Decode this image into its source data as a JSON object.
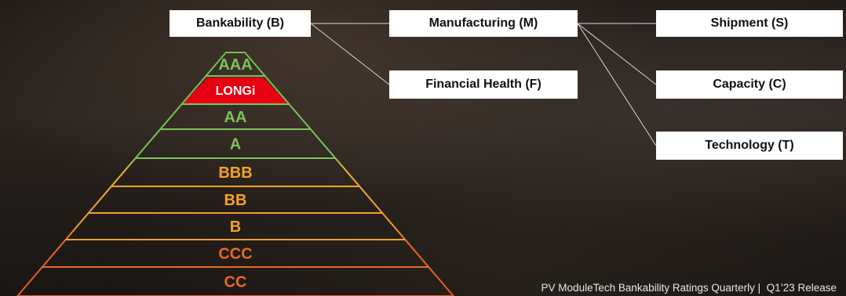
{
  "criteria": {
    "bankability": "Bankability (B)",
    "manufacturing": "Manufacturing (M)",
    "shipment": "Shipment (S)",
    "financial_health": "Financial Health (F)",
    "capacity": "Capacity (C)",
    "technology": "Technology (T)"
  },
  "pyramid": {
    "tiers": [
      {
        "label": "AAA",
        "color": "#7dc35b"
      },
      {
        "label": "LONGi",
        "color": "#7dc35b",
        "highlight": "#e60012",
        "logo": true
      },
      {
        "label": "AA",
        "color": "#7dc35b"
      },
      {
        "label": "A",
        "color": "#7dc35b"
      },
      {
        "label": "BBB",
        "color": "#f2a32a"
      },
      {
        "label": "BB",
        "color": "#f2a32a"
      },
      {
        "label": "B",
        "color": "#f2a32a"
      },
      {
        "label": "CCC",
        "color": "#e86a25"
      },
      {
        "label": "CC",
        "color": "#e86a25"
      }
    ]
  },
  "footer": {
    "text": "PV ModuleTech Bankability Ratings Quarterly |  Q1’23 Release"
  }
}
